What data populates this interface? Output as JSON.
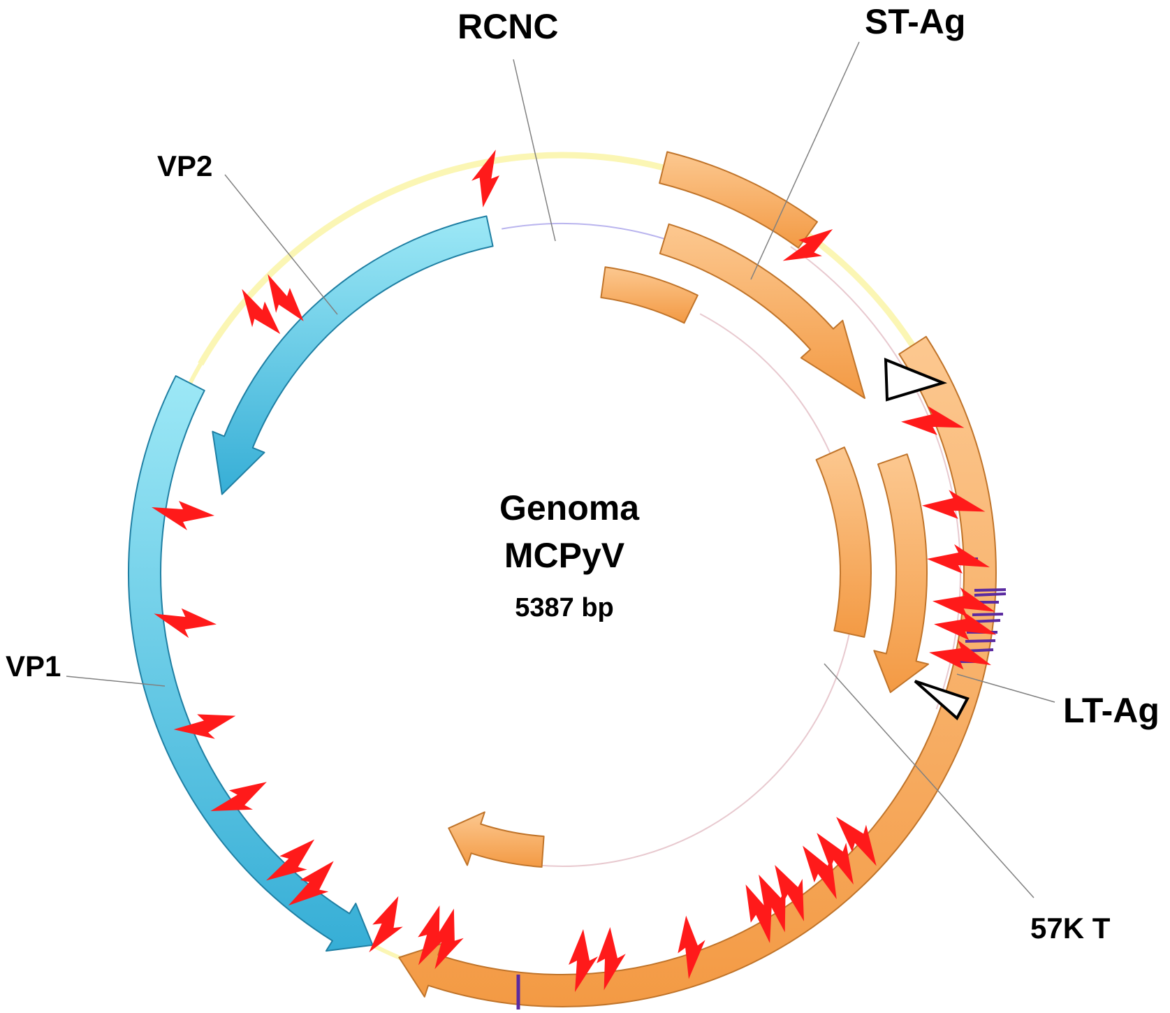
{
  "center": {
    "line1": "Genoma",
    "line2": "MCPyV",
    "line3": "5387 bp"
  },
  "labels": {
    "rcnc": "RCNC",
    "st_ag": "ST-Ag",
    "vp2": "VP2",
    "vp1": "VP1",
    "lt_ag": "LT-Ag",
    "k57t": "57K T"
  },
  "colors": {
    "orange": "#f5a04c",
    "orange_light": "#fcc890",
    "blue": "#3fb4d8",
    "blue_light": "#8fe2f4",
    "pale_yellow": "#fbf6b4",
    "lavender": "#b9b4ee",
    "pink": "#e8c9cf",
    "mutation_red": "#ff1a1a",
    "tick_purple": "#5a2aa0",
    "leader_grey": "#808080"
  },
  "icons": [
    "mutation-bolt-icon",
    "open-triangle-marker-icon",
    "purple-tick-mark"
  ]
}
